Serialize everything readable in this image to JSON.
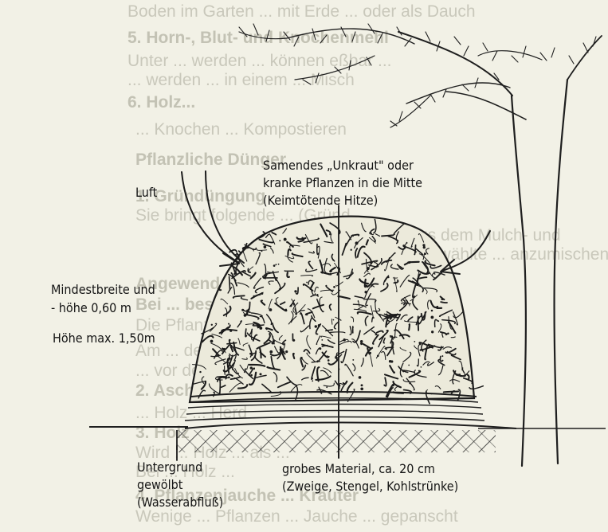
{
  "background_text": [
    "Boden im Garten ... mit Erde ... oder als Dauch",
    "5. Horn-, Blut- und Knochenmehl",
    "Unter ... werden ... können eßbar ...",
    "... werden ... in einem ... Misch",
    "6. Holz...",
    "... Knochen ... Kompostieren",
    "Pflanzliche Dünger",
    "1. Gründüngung",
    "Sie bringt folgende ... (Gründ...",
    "... aus dem Mulch- und",
    "... ausgewählte ... anzumischen",
    "Angewendete ...",
    "Bei ... besser ...",
    "Die Pflanzen ...",
    "Am ... der Pflanzen ... Gründüngung",
    "... vor dem Saat ...",
    "2. Asche",
    "... Holz ... Herd",
    "3. Holz",
    "Wird ... Holz ... als ...",
    "Bei ... Holz ...",
    "4. Pflanzenjauche ... Kräuter",
    "Wenige ... Pflanzen ... Jauche ... gepanscht"
  ],
  "labels": {
    "luft": "Luft",
    "samendes_1": "Samendes „Unkraut\" oder",
    "samendes_2": "kranke Pflanzen in die Mitte",
    "samendes_3": "(Keimtötende Hitze)",
    "mindest_1": "Mindestbreite und",
    "mindest_2": "- höhe   0,60 m",
    "hoehe": "Höhe max. 1,50m",
    "untergrund_1": "Untergrund",
    "untergrund_2": "gewölbt",
    "untergrund_3": "(Wasserabfluß)",
    "grobes_1": "grobes Material, ca. 20 cm",
    "grobes_2": "(Zweige, Stengel, Kohlstrünke)"
  }
}
